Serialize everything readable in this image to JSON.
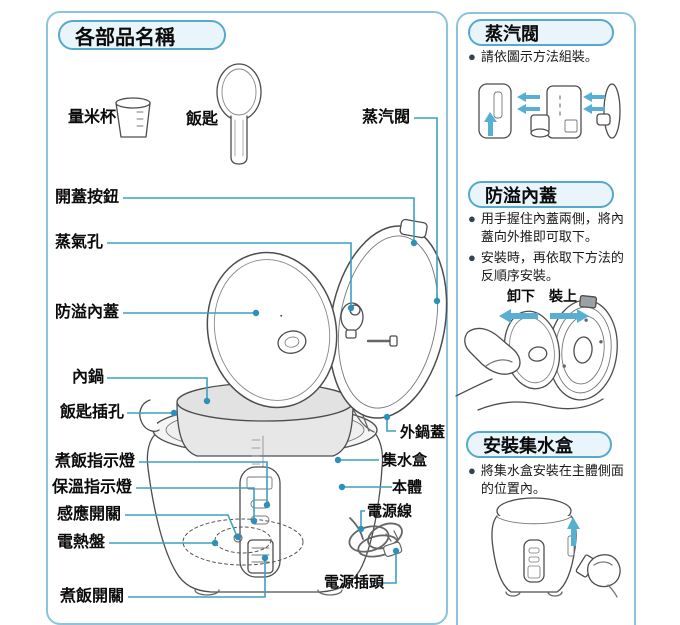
{
  "page": {
    "title": "各部品名稱"
  },
  "part_labels": {
    "measuring_cup": "量米杯",
    "rice_paddle": "飯匙",
    "lid_open_button": "開蓋按鈕",
    "steam_hole": "蒸氣孔",
    "overflow_inner_lid": "防溢內蓋",
    "inner_pot": "內鍋",
    "paddle_slot": "飯匙插孔",
    "cook_indicator": "煮飯指示燈",
    "warm_indicator": "保溫指示燈",
    "sensor_switch": "感應開關",
    "heating_plate": "電熱盤",
    "cook_switch": "煮飯開關",
    "steam_valve": "蒸汽閥",
    "outer_lid": "外鍋蓋",
    "water_box": "集水盒",
    "main_body": "本體",
    "power_cord": "電源線",
    "power_plug": "電源插頭"
  },
  "right_panel": {
    "sections": [
      {
        "title": "蒸汽閥",
        "bullets": [
          "請依圖示方法組裝。"
        ]
      },
      {
        "title": "防溢內蓋",
        "bullets": [
          "用手握住內蓋兩側，將內蓋向外推即可取下。",
          "安裝時，再依取下方法的反順序安裝。"
        ],
        "remove_label": "卸下",
        "attach_label": "裝上"
      },
      {
        "title": "安裝集水盒",
        "bullets": [
          "將集水盒安裝在主體側面的位置內。"
        ]
      }
    ]
  },
  "colors": {
    "accent_blue": "#3f9fc2",
    "arrow_blue": "#57b0d4",
    "panel_border": "#8cc4dc",
    "pill_fill": "#e9f5fb"
  }
}
